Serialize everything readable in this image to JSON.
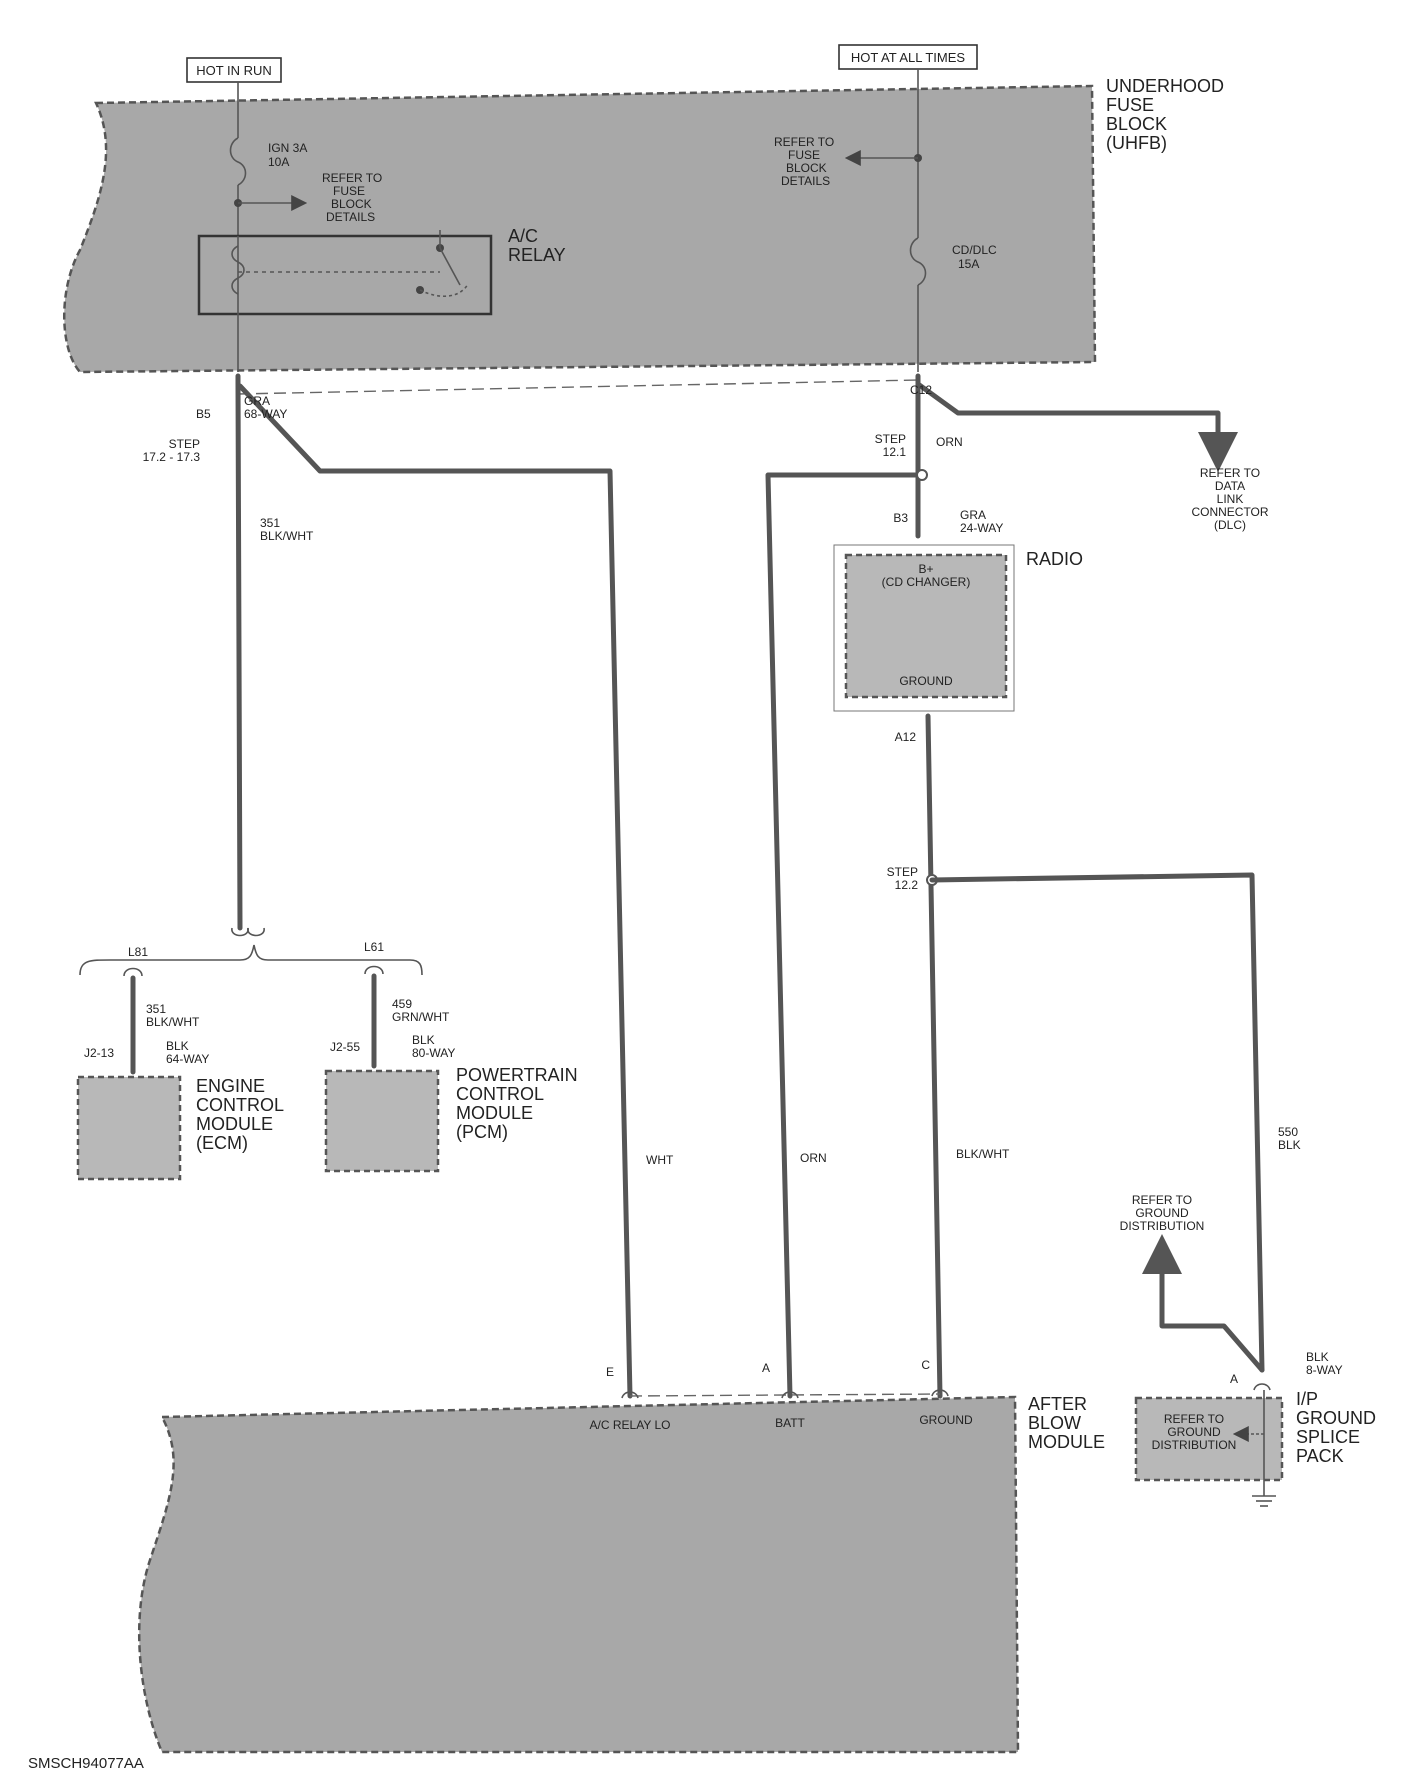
{
  "power_tags": {
    "hot_in_run": "HOT IN RUN",
    "hot_at_all_times": "HOT AT ALL TIMES"
  },
  "uhfb": {
    "title_lines": [
      "UNDERHOOD",
      "FUSE",
      "BLOCK",
      "(UHFB)"
    ],
    "fuse_ign": [
      "IGN 3A",
      "10A"
    ],
    "refer_left": [
      "REFER TO",
      "FUSE",
      "BLOCK",
      "DETAILS"
    ],
    "refer_right": [
      "REFER TO",
      "FUSE",
      "BLOCK",
      "DETAILS"
    ],
    "relay_label": [
      "A/C",
      "RELAY"
    ],
    "fuse_cd": [
      "CD/DLC",
      "15A"
    ]
  },
  "connectors": {
    "b5": "B5",
    "b5_desc": [
      "GRA",
      "68-WAY"
    ],
    "step_left": [
      "STEP",
      "17.2 - 17.3"
    ],
    "c12": "C12",
    "step_121": [
      "STEP",
      "12.1"
    ],
    "b3": "B3",
    "b3_desc": [
      "GRA",
      "24-WAY"
    ],
    "a12": "A12",
    "step_122": [
      "STEP",
      "12.2"
    ],
    "l81": "L81",
    "l61": "L61",
    "j2_13": "J2-13",
    "ecm_conn": [
      "BLK",
      "64-WAY"
    ],
    "j2_55": "J2-55",
    "pcm_conn": [
      "BLK",
      "80-WAY"
    ],
    "pin_e": "E",
    "pin_a": "A",
    "pin_c": "C",
    "pin_a2": "A",
    "ip_conn": [
      "BLK",
      "8-WAY"
    ]
  },
  "wires": {
    "w351_top": [
      "351",
      "BLK/WHT"
    ],
    "w351_ecm": [
      "351",
      "BLK/WHT"
    ],
    "w459_pcm": [
      "459",
      "GRN/WHT"
    ],
    "orn_top": "ORN",
    "wht": "WHT",
    "orn": "ORN",
    "blkwht": "BLK/WHT",
    "w550": [
      "550",
      "BLK"
    ]
  },
  "refer_dlc": [
    "REFER TO",
    "DATA",
    "LINK",
    "CONNECTOR",
    "(DLC)"
  ],
  "radio": {
    "title": "RADIO",
    "bplus": [
      "B+",
      "(CD CHANGER)"
    ],
    "ground": "GROUND"
  },
  "ecm": [
    "ENGINE",
    "CONTROL",
    "MODULE",
    "(ECM)"
  ],
  "pcm": [
    "POWERTRAIN",
    "CONTROL",
    "MODULE",
    "(PCM)"
  ],
  "refer_ground": [
    "REFER TO",
    "GROUND",
    "DISTRIBUTION"
  ],
  "blower": {
    "title": [
      "AFTER",
      "BLOW",
      "MODULE"
    ],
    "pin_ac": "A/C RELAY LO",
    "pin_batt": "BATT",
    "pin_ground": "GROUND"
  },
  "ip_ground": {
    "title": [
      "I/P",
      "GROUND",
      "SPLICE",
      "PACK"
    ],
    "inner": [
      "REFER TO",
      "GROUND",
      "DISTRIBUTION"
    ]
  },
  "figure_code": "SMSCH94077AA"
}
